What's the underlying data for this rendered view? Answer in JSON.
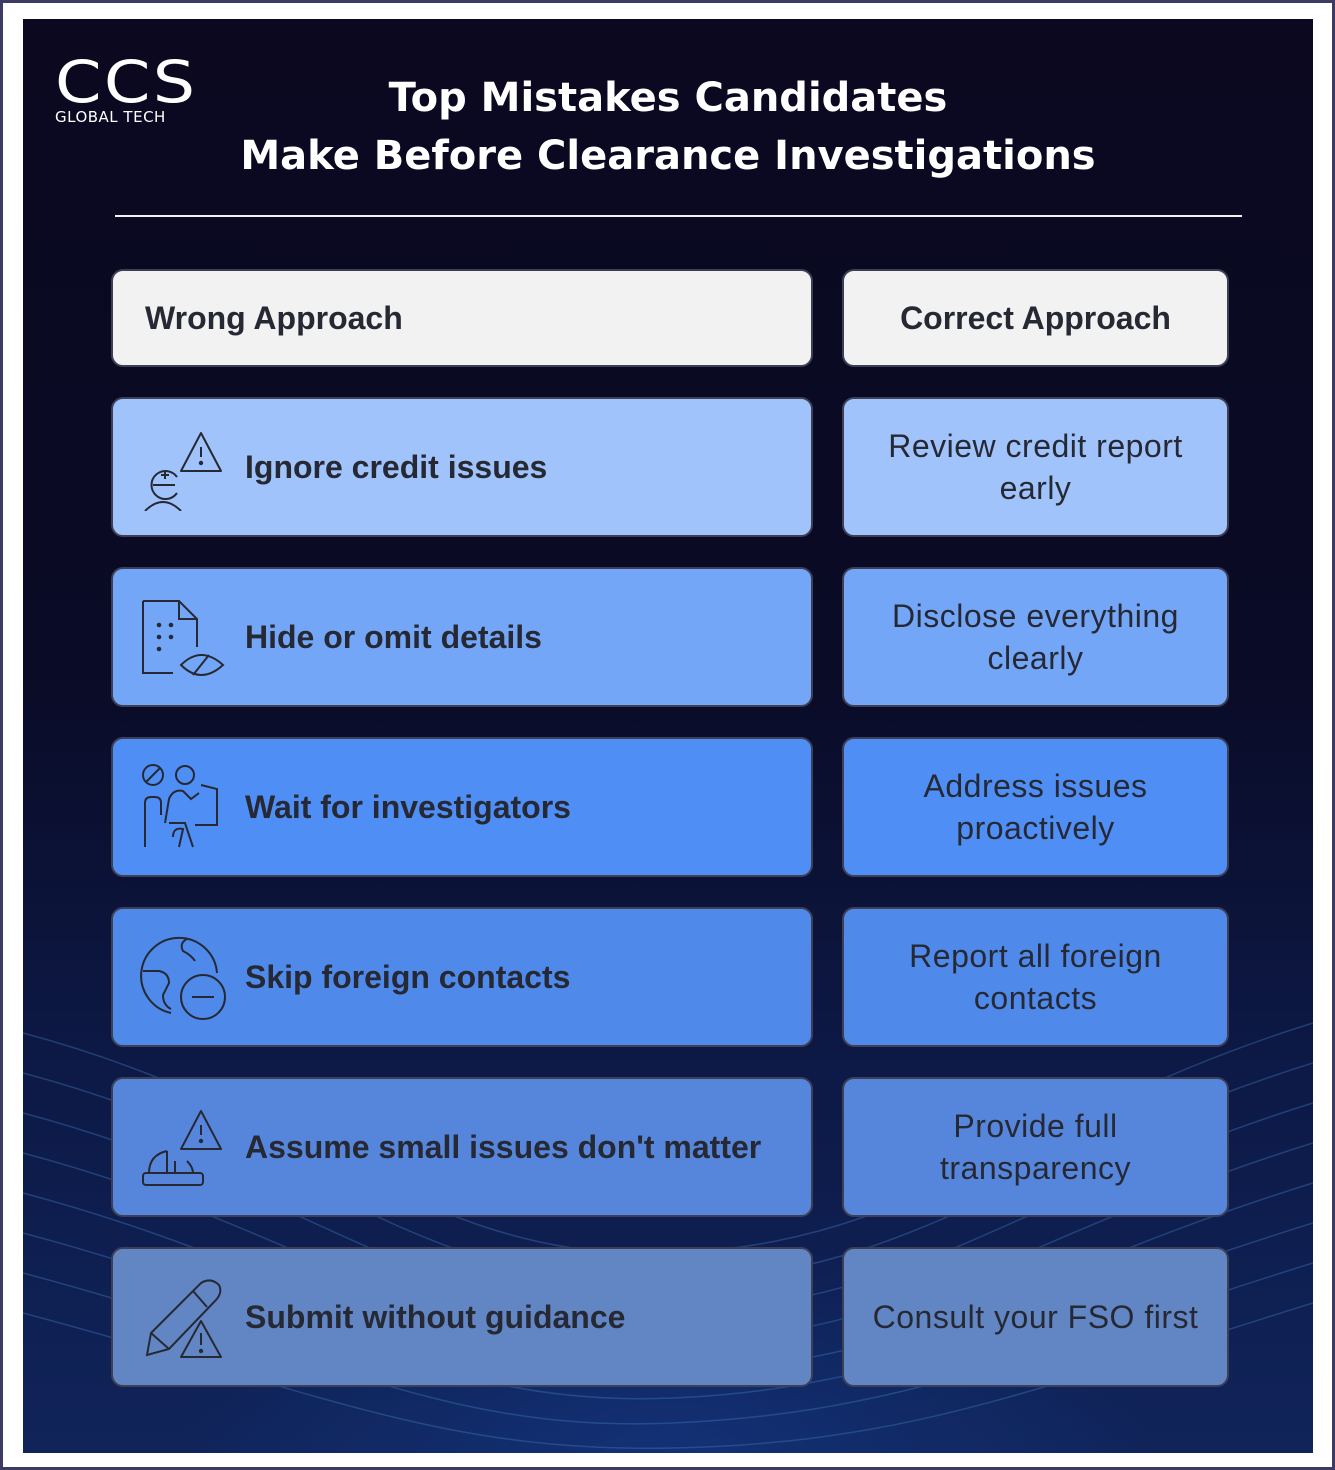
{
  "logo": {
    "brand": "CCS",
    "tagline": "GLOBAL TECH"
  },
  "title": {
    "line1": "Top Mistakes Candidates",
    "line2": "Make Before Clearance Investigations"
  },
  "headers": {
    "wrong": "Wrong Approach",
    "correct": "Correct Approach"
  },
  "colors": {
    "header_bg": "#f2f2f2",
    "row_bg": [
      "#a0c3fb",
      "#74a6f8",
      "#4f8ef5",
      "#4f8aeb",
      "#5686dc",
      "#6286c4"
    ],
    "text": "#262933"
  },
  "rows": [
    {
      "icon": "credit-warning-icon",
      "wrong": "Ignore credit issues",
      "correct": "Review credit report early"
    },
    {
      "icon": "hidden-document-icon",
      "wrong": "Hide or omit details",
      "correct": "Disclose everything clearly"
    },
    {
      "icon": "waiting-person-icon",
      "wrong": "Wait for investigators",
      "correct": "Address issues proactively"
    },
    {
      "icon": "globe-minus-icon",
      "wrong": "Skip foreign contacts",
      "correct": "Report all foreign contacts"
    },
    {
      "icon": "small-issue-warning-icon",
      "wrong": "Assume small issues don't matter",
      "correct": "Provide full transparency"
    },
    {
      "icon": "pencil-warning-icon",
      "wrong": "Submit without guidance",
      "correct": "Consult your FSO first"
    }
  ]
}
